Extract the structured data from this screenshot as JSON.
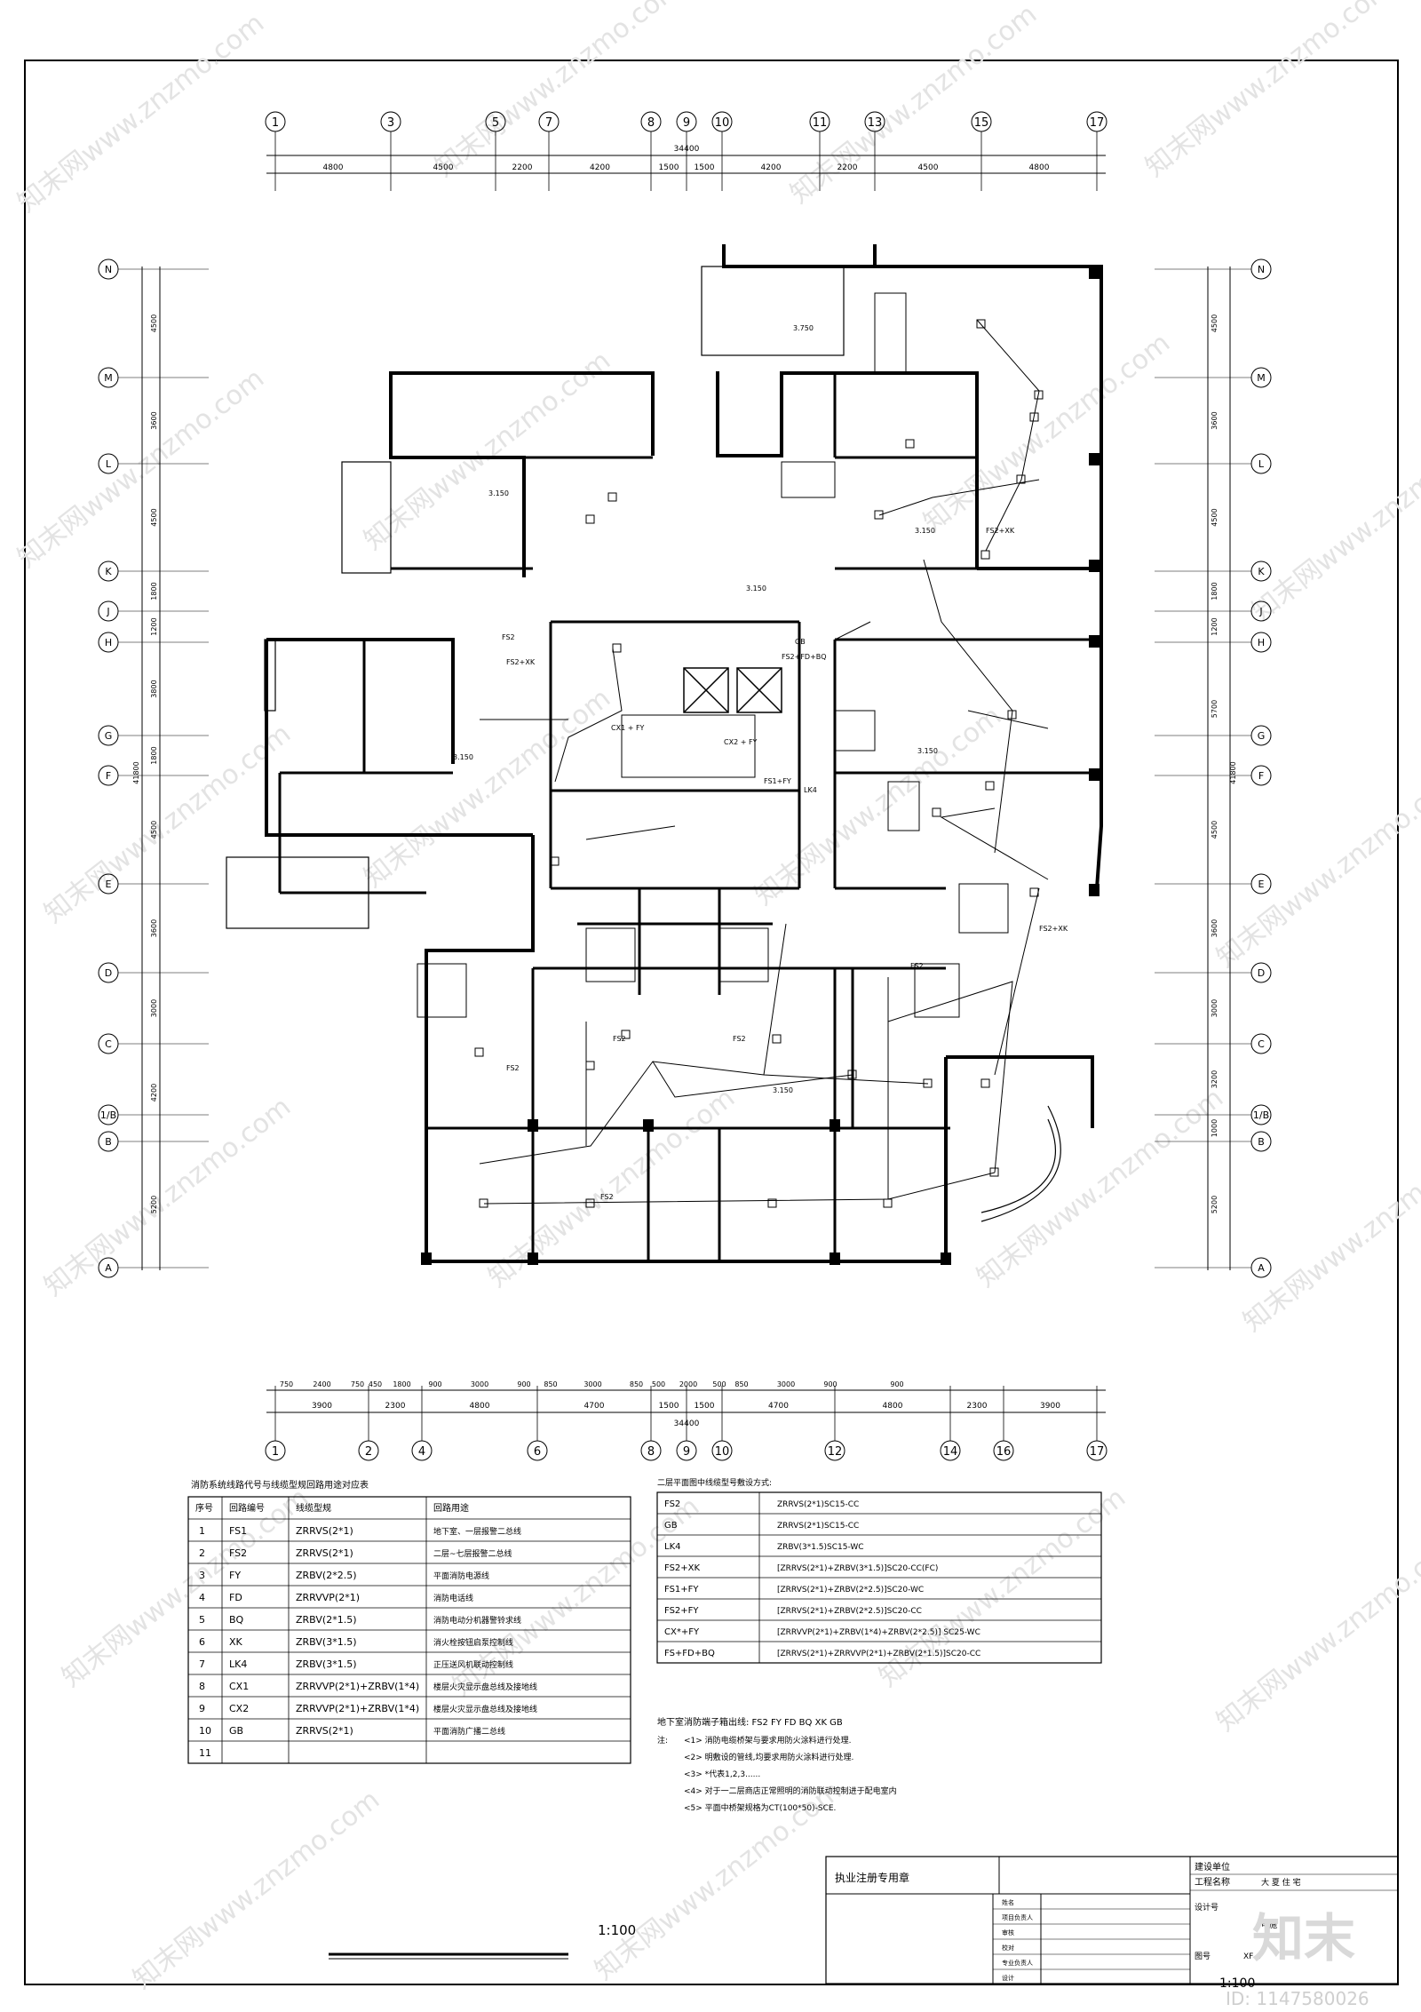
{
  "drawing": {
    "scale_label": "1:100",
    "id_label": "ID: 1147580026",
    "watermark": "知末网www.znzmo.com",
    "logo_text": "知末"
  },
  "grid": {
    "top_axes": [
      "1",
      "3",
      "5",
      "7",
      "8",
      "9",
      "10",
      "11",
      "13",
      "15",
      "17"
    ],
    "bottom_axes": [
      "1",
      "2",
      "4",
      "6",
      "8",
      "9",
      "10",
      "12",
      "14",
      "16",
      "17"
    ],
    "side_axes": [
      "N",
      "M",
      "L",
      "K",
      "J",
      "H",
      "G",
      "F",
      "E",
      "D",
      "C",
      "1/B",
      "B",
      "A"
    ],
    "top_total": "34400",
    "top_dims": [
      "4800",
      "4500",
      "2200",
      "4200",
      "1500",
      "1500",
      "4200",
      "2200",
      "4500",
      "4800"
    ],
    "bottom_total": "34400",
    "bottom_dims_upper": [
      "750",
      "2400",
      "750",
      "450",
      "1800",
      "900",
      "3000",
      "900",
      "850",
      "3000",
      "850",
      "500",
      "2000",
      "500",
      "850",
      "3000",
      "900",
      "900"
    ],
    "bottom_dims_lower": [
      "3900",
      "2300",
      "4800",
      "4700",
      "1500",
      "1500",
      "4700",
      "4800",
      "2300",
      "3900"
    ],
    "left_dims": [
      "4500",
      "3600",
      "4500",
      "1800",
      "1200",
      "3800",
      "1800",
      "4500",
      "3600",
      "3000",
      "4200",
      "5200"
    ],
    "left_total": "41800",
    "right_dims": [
      "4500",
      "3600",
      "4500",
      "1800",
      "1200",
      "5700",
      "4500",
      "3600",
      "3000",
      "3200",
      "1000",
      "5200"
    ],
    "right_total": "41800"
  },
  "plan": {
    "elevations": [
      "3.750",
      "3.150",
      "3.150",
      "3.150",
      "3.150",
      "3.150",
      "3.150"
    ],
    "circuit_labels": [
      "FS2",
      "FS2+XK",
      "FS2+FD+BQ",
      "FS1+FY",
      "CX1 + FY",
      "CX2 + FY",
      "LK4",
      "GB",
      "FS2",
      "FS2",
      "FS2",
      "FS2",
      "FS2",
      "FS2+XK",
      "FS2+XK"
    ]
  },
  "left_table": {
    "title": "消防系统线路代号与线缆型规回路用途对应表",
    "headers": [
      "序号",
      "回路编号",
      "线缆型规",
      "回路用途"
    ],
    "rows": [
      [
        "1",
        "FS1",
        "ZRRVS(2*1)",
        "地下室、一层报警二总线"
      ],
      [
        "2",
        "FS2",
        "ZRRVS(2*1)",
        "二层~七层报警二总线"
      ],
      [
        "3",
        "FY",
        "ZRBV(2*2.5)",
        "平面消防电源线"
      ],
      [
        "4",
        "FD",
        "ZRRVVP(2*1)",
        "消防电话线"
      ],
      [
        "5",
        "BQ",
        "ZRBV(2*1.5)",
        "消防电动分机器警铃求线"
      ],
      [
        "6",
        "XK",
        "ZRBV(3*1.5)",
        "消火栓按钮启泵控制线"
      ],
      [
        "7",
        "LK4",
        "ZRBV(3*1.5)",
        "正压送风机联动控制线"
      ],
      [
        "8",
        "CX1",
        "ZRRVVP(2*1)+ZRBV(1*4)",
        "楼层火灾显示盘总线及接地线"
      ],
      [
        "9",
        "CX2",
        "ZRRVVP(2*1)+ZRBV(1*4)",
        "楼层火灾显示盘总线及接地线"
      ],
      [
        "10",
        "GB",
        "ZRRVS(2*1)",
        "平面消防广播二总线"
      ],
      [
        "11",
        "",
        "",
        " "
      ]
    ]
  },
  "right_table": {
    "title": "二层平面图中线缆型号敷设方式:",
    "rows": [
      [
        "FS2",
        "ZRRVS(2*1)SC15-CC"
      ],
      [
        "GB",
        "ZRRVS(2*1)SC15-CC"
      ],
      [
        "LK4",
        "ZRBV(3*1.5)SC15-WC"
      ],
      [
        "FS2+XK",
        "[ZRRVS(2*1)+ZRBV(3*1.5)]SC20-CC(FC)"
      ],
      [
        "FS1+FY",
        "[ZRRVS(2*1)+ZRBV(2*2.5)]SC20-WC"
      ],
      [
        "FS2+FY",
        "[ZRRVS(2*1)+ZRBV(2*2.5)]SC20-CC"
      ],
      [
        "CX*+FY",
        "[ZRRVVP(2*1)+ZRBV(1*4)+ZRBV(2*2.5)]      SC25-WC"
      ],
      [
        "FS+FD+BQ",
        "[ZRRVS(2*1)+ZRRVVP(2*1)+ZRBV(2*1.5)]SC20-CC"
      ]
    ]
  },
  "notes": {
    "basement": "地下室消防端子箱出线:          FS2 FY FD BQ XK GB",
    "label": "注:",
    "items": [
      "<1> 消防电缆桥架与要求用防火涂料进行处理.",
      "<2> 明敷设的管线,均要求用防火涂料进行处理.",
      "<3> *代表1,2,3......",
      "<4> 对于一二层商店正常照明的消防联动控制进于配电室内",
      "<5> 平面中桥架规格为CT(100*50)-SCE."
    ]
  },
  "title_block": {
    "seal": "执业注册专用章",
    "rows_left": [
      "姓名",
      "项目负责人",
      "审核",
      "校对",
      "专业负责人",
      "设计"
    ],
    "construction_unit": "建设单位",
    "project_name": "工程名称",
    "project_value": "大 夏 住 宅",
    "sheet_label": "图号",
    "sheet_value": "XF-4",
    "design_no": "设计号",
    "discipline": "电施"
  }
}
